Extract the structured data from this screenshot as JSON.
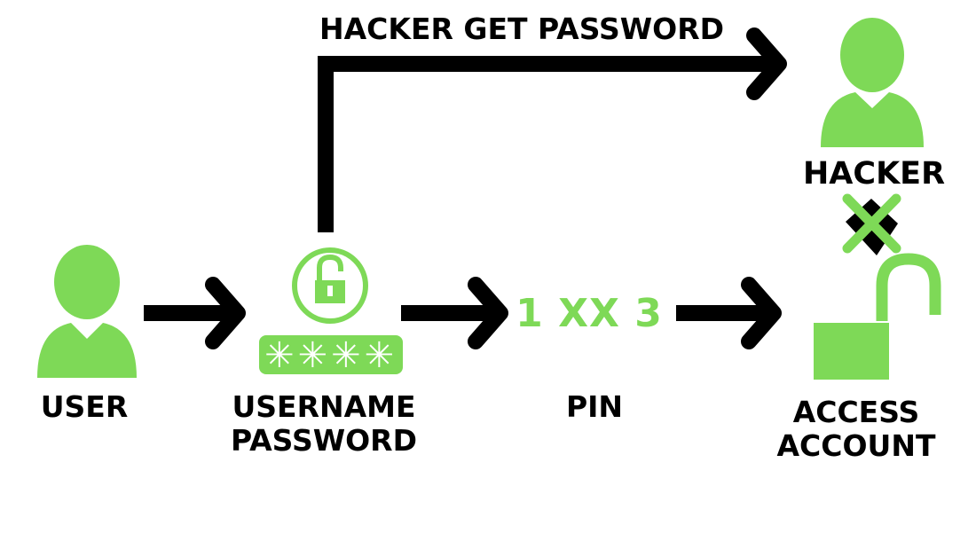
{
  "colors": {
    "accent": "#7ed957",
    "arrow": "#000000",
    "background": "#ffffff"
  },
  "labels": {
    "hacker_get_password": "HACKER GET PASSWORD",
    "hacker": "HACKER",
    "user": "USER",
    "credentials_line1": "USERNAME",
    "credentials_line2": "PASSWORD",
    "pin": "PIN",
    "access_line1": "ACCESS",
    "access_line2": "ACCOUNT"
  },
  "pin_code": "1 XX 3",
  "password_mask": "✳✳✳✳",
  "icons": [
    "user-icon",
    "padlock-icon",
    "hacker-icon",
    "blocked-x-icon",
    "open-lock-icon",
    "arrow-right-icon"
  ]
}
